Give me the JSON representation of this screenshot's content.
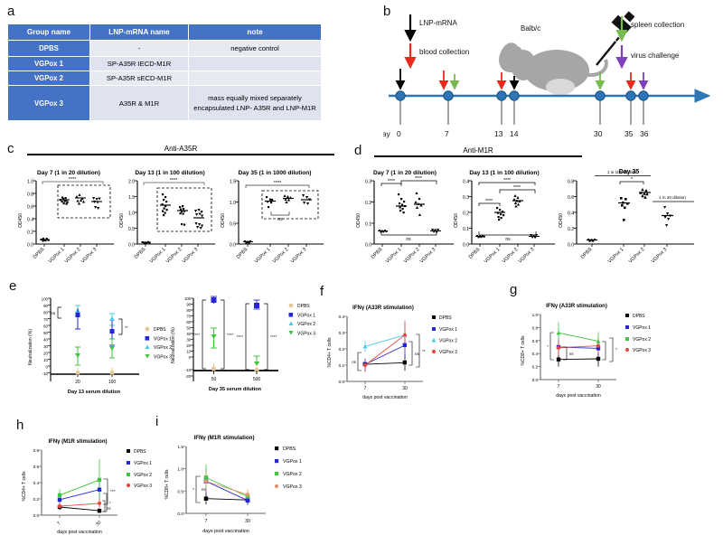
{
  "figure": {
    "panels": [
      "a",
      "b",
      "c",
      "d",
      "e",
      "f",
      "g",
      "h",
      "i"
    ]
  },
  "panel_a": {
    "letter": "a",
    "columns": [
      "Group name",
      "LNP-mRNA name",
      "note"
    ],
    "rows": [
      {
        "group": "DPBS",
        "mrna": "-",
        "note": "negative control"
      },
      {
        "group": "VGPox 1",
        "mrna": "SP-A35R IECD-M1R",
        "note": ""
      },
      {
        "group": "VGPox 2",
        "mrna": "SP-A35R sECD-M1R",
        "note": ""
      },
      {
        "group": "VGPox 3",
        "mrna": "A35R & M1R",
        "note": "mass equally mixed separately\nencapsulated LNP- A35R and LNP-M1R",
        "note_line1": "mass equally mixed separately",
        "note_line2": "encapsulated LNP- A35R and LNP-M1R"
      }
    ]
  },
  "panel_b": {
    "letter": "b",
    "axis_label": "day",
    "days": [
      "0",
      "7",
      "13",
      "14",
      "30",
      "35",
      "36"
    ],
    "annotations": [
      {
        "label": "LNP-mRNA",
        "color": "#000000"
      },
      {
        "label": "blood collection",
        "color": "#e8291c"
      },
      {
        "label": "spleen collection",
        "color": "#76bb4b"
      },
      {
        "label": "virus challenge",
        "color": "#7e3fbf"
      }
    ],
    "mouse_label": "Balb/c",
    "colors": {
      "timeline": "#2e75b6",
      "node": "#2e75b6",
      "black": "#000000",
      "red": "#e8291c",
      "green": "#76bb4b",
      "purple": "#7e3fbf",
      "mouse": "#a6a6a6"
    }
  },
  "panel_c": {
    "letter": "c",
    "group_title": "Anti-A35R",
    "charts": [
      {
        "title": "Day 7 (1 in 20 dilution)",
        "ylabel": "OD450",
        "yticks": [
          "0.0",
          "0.2",
          "0.4",
          "0.6",
          "0.8",
          "1.0"
        ],
        "ylim": [
          0.0,
          1.0
        ],
        "categories": [
          "DPBS",
          "VGPox 1",
          "VGPox 2",
          "VGPox 3"
        ],
        "sig_top": "****",
        "sig_inner": "",
        "means": [
          0.07,
          0.68,
          0.72,
          0.66
        ]
      },
      {
        "title": "Day 13 (1 in 100 dilution)",
        "ylabel": "OD450",
        "yticks": [
          "0.0",
          "0.5",
          "1.0",
          "1.5",
          "2.0"
        ],
        "ylim": [
          0.0,
          2.0
        ],
        "categories": [
          "DPBS",
          "VGPox 1",
          "VGPox 2",
          "VGPox 3"
        ],
        "sig_top": "****",
        "sig_inner": "",
        "means": [
          0.05,
          1.1,
          0.93,
          0.72
        ]
      },
      {
        "title": "Day 35 (1 in 1000 dilution)",
        "ylabel": "OD450",
        "yticks": [
          "0.0",
          "0.5",
          "1.0",
          "1.5"
        ],
        "ylim": [
          0.0,
          1.5
        ],
        "categories": [
          "DPBS",
          "VGPox 1",
          "VGPox 2",
          "VGPox 3"
        ],
        "sig_top": "****",
        "sig_inner": "ns",
        "means": [
          0.06,
          0.8,
          0.85,
          0.83
        ]
      }
    ]
  },
  "panel_d": {
    "letter": "d",
    "group_title": "Anti-M1R",
    "charts": [
      {
        "title": "Day 7 (1 in 20 dilution)",
        "ylabel": "OD450",
        "yticks": [
          "0.0",
          "0.1",
          "0.2",
          "0.3"
        ],
        "ylim": [
          0.0,
          0.3
        ],
        "categories": [
          "DPBS",
          "VGPox 1",
          "VGPox 2",
          "VGPox 3"
        ],
        "sig_a": "****",
        "sig_b": "****",
        "sig_ns": "ns",
        "means": [
          0.055,
          0.17,
          0.175,
          0.057
        ]
      },
      {
        "title": "Day 13 (1 in 100 dilution)",
        "ylabel": "OD450",
        "yticks": [
          "0.0",
          "0.1",
          "0.2",
          "0.3",
          "0.4"
        ],
        "ylim": [
          0.0,
          0.4
        ],
        "categories": [
          "DPBS",
          "VGPox 1",
          "VGPox 2",
          "VGPox 3"
        ],
        "sig_a": "****",
        "sig_b": "****",
        "sig_c": "****",
        "sig_ns": "ns",
        "means": [
          0.055,
          0.2,
          0.265,
          0.057
        ]
      },
      {
        "title": "Day 35",
        "ylabel": "OD450",
        "yticks": [
          "0.0",
          "0.2",
          "0.4",
          "0.6",
          "0.8"
        ],
        "ylim": [
          0.0,
          0.8
        ],
        "categories": [
          "DPBS",
          "VGPox 1",
          "VGPox 2",
          "VGPox 3"
        ],
        "sub_label_1": "1 in 100 dilution",
        "sub_label_2": "1 in 20 dilution",
        "sig_a": "*",
        "means": [
          0.11,
          0.59,
          0.71,
          0.37
        ]
      }
    ]
  },
  "panel_e": {
    "letter": "e",
    "charts": [
      {
        "ylabel": "Neutralization (%)",
        "xlabel": "Day 13 serum dilution",
        "yticks": [
          "-10",
          "0",
          "10",
          "20",
          "30",
          "40",
          "50",
          "60",
          "70",
          "80",
          "90",
          "100"
        ],
        "ylim": [
          -10,
          100
        ],
        "xticks": [
          "20",
          "100"
        ],
        "legend": [
          "DPBS",
          "VGPox 1",
          "VGPox 2",
          "VGPox 3"
        ],
        "sig_left": "ns",
        "sig_right": "**",
        "series": [
          {
            "name": "DPBS",
            "color": "#e8c89a",
            "values": [
              0,
              0
            ],
            "err": [
              5,
              6
            ]
          },
          {
            "name": "VGPox 1",
            "color": "#2626d6",
            "values": [
              77,
              56
            ],
            "err": [
              14,
              14
            ]
          },
          {
            "name": "VGPox 2",
            "color": "#49c8ec",
            "values": [
              88,
              72
            ],
            "err": [
              9,
              8
            ]
          },
          {
            "name": "VGPox 3",
            "color": "#3ec43e",
            "values": [
              11,
              20
            ],
            "err": [
              12,
              13
            ]
          }
        ]
      },
      {
        "ylabel": "Neutralization (%)",
        "xlabel": "Day 35 serum dilution",
        "yticks": [
          "-20",
          "-10",
          "0",
          "10",
          "20",
          "30",
          "40",
          "50",
          "60",
          "70",
          "80",
          "90",
          "100"
        ],
        "ylim": [
          -20,
          100
        ],
        "xticks": [
          "50",
          "500"
        ],
        "legend": [
          "DPBS",
          "VGPox 1",
          "VGPox 2",
          "VGPox 3"
        ],
        "sig_outer": "****",
        "series": [
          {
            "name": "DPBS",
            "color": "#e8c89a",
            "values": [
              3,
              1
            ],
            "err": [
              7,
              6
            ]
          },
          {
            "name": "VGPox 1",
            "color": "#2626d6",
            "values": [
              98,
              87
            ],
            "err": [
              3,
              7
            ]
          },
          {
            "name": "VGPox 2",
            "color": "#49c8ec",
            "values": [
              98,
              87
            ],
            "err": [
              3,
              7
            ]
          },
          {
            "name": "VGPox 3",
            "color": "#3ec43e",
            "values": [
              31,
              7
            ],
            "err": [
              14,
              9
            ]
          }
        ]
      }
    ]
  },
  "panel_f": {
    "letter": "f",
    "title": "IFNγ (A33R stimulation)",
    "ylabel": "%CD4+ T cells",
    "xlabel": "days post vaccination",
    "yticks": [
      "0.0",
      "0.1",
      "0.2",
      "0.3",
      "0.4"
    ],
    "ylim": [
      0.0,
      0.4
    ],
    "xticks": [
      "7",
      "30"
    ],
    "legend": [
      "DPBS",
      "VGPox 1",
      "VGPox 2",
      "VGPox 3"
    ],
    "sig_left": "ns",
    "sig_ns": "ns",
    "sig_right": "**",
    "series": [
      {
        "name": "DPBS",
        "color": "#000000",
        "values": [
          0.105,
          0.115
        ],
        "err": [
          0.028,
          0.05
        ]
      },
      {
        "name": "VGPox 1",
        "color": "#2626d6",
        "values": [
          0.105,
          0.222
        ],
        "err": [
          0.03,
          0.075
        ]
      },
      {
        "name": "VGPox 2",
        "color": "#49c8ec",
        "values": [
          0.215,
          0.285
        ],
        "err": [
          0.045,
          0.085
        ]
      },
      {
        "name": "VGPox 3",
        "color": "#e8483f",
        "values": [
          0.1,
          0.285
        ],
        "err": [
          0.032,
          0.085
        ]
      }
    ]
  },
  "panel_g": {
    "letter": "g",
    "title": "IFNγ (A33R stimulation)",
    "ylabel": "%CD8+ T cells",
    "xlabel": "days post vaccination",
    "yticks": [
      "0.0",
      "0.2",
      "0.4",
      "0.6",
      "0.8",
      "1.0"
    ],
    "ylim": [
      0.0,
      1.0
    ],
    "xticks": [
      "7",
      "30"
    ],
    "legend": [
      "DPBS",
      "VGPox 1",
      "VGPox 2",
      "VGPox 3"
    ],
    "sig_left": "*",
    "sig_inner": "ns",
    "sig_right": "*",
    "series": [
      {
        "name": "DPBS",
        "color": "#000000",
        "values": [
          0.31,
          0.32
        ],
        "err": [
          0.11,
          0.12
        ]
      },
      {
        "name": "VGPox 1",
        "color": "#2626d6",
        "values": [
          0.5,
          0.48
        ],
        "err": [
          0.14,
          0.13
        ]
      },
      {
        "name": "VGPox 2",
        "color": "#3ec43e",
        "values": [
          0.72,
          0.59
        ],
        "err": [
          0.16,
          0.14
        ]
      },
      {
        "name": "VGPox 3",
        "color": "#e8483f",
        "values": [
          0.49,
          0.52
        ],
        "err": [
          0.12,
          0.12
        ]
      }
    ]
  },
  "panel_h": {
    "letter": "h",
    "title": "IFNγ (M1R stimulation)",
    "ylabel": "%CD4+ T cells",
    "xlabel": "days post vaccination",
    "yticks": [
      "0.0",
      "0.2",
      "0.4",
      "0.6",
      "0.8"
    ],
    "ylim": [
      0.0,
      0.8
    ],
    "xticks": [
      "7",
      "30"
    ],
    "legend": [
      "DPBS",
      "VGPox 1",
      "VGPox 2",
      "VGPox 3"
    ],
    "sig_top": "***",
    "sig_mid": "*",
    "sig_ns": "ns",
    "series": [
      {
        "name": "DPBS",
        "color": "#000000",
        "values": [
          0.1,
          0.055
        ],
        "err": [
          0.035,
          0.03
        ]
      },
      {
        "name": "VGPox 1",
        "color": "#2626d6",
        "values": [
          0.19,
          0.315
        ],
        "err": [
          0.055,
          0.1
        ]
      },
      {
        "name": "VGPox 2",
        "color": "#3ec43e",
        "values": [
          0.245,
          0.435
        ],
        "err": [
          0.075,
          0.255
        ]
      },
      {
        "name": "VGPox 3",
        "color": "#e8483f",
        "values": [
          0.11,
          0.145
        ],
        "err": [
          0.04,
          0.055
        ]
      }
    ]
  },
  "panel_i": {
    "letter": "i",
    "title": "IFNγ (M1R stimulation)",
    "ylabel": "%CD8+ T cells",
    "xlabel": "days post vaccination",
    "yticks": [
      "0.0",
      "0.5",
      "1.0",
      "1.5"
    ],
    "ylim": [
      0.0,
      1.5
    ],
    "xticks": [
      "7",
      "30"
    ],
    "legend": [
      "DPBS",
      "VGPox 1",
      "VGPox 2",
      "VGPox 3"
    ],
    "sig_left": "*",
    "sig_ns": "ns",
    "series": [
      {
        "name": "DPBS",
        "color": "#000000",
        "values": [
          0.33,
          0.3
        ],
        "err": [
          0.13,
          0.1
        ]
      },
      {
        "name": "VGPox 1",
        "color": "#2626d6",
        "values": [
          0.72,
          0.29
        ],
        "err": [
          0.28,
          0.1
        ]
      },
      {
        "name": "VGPox 2",
        "color": "#3ec43e",
        "values": [
          0.8,
          0.38
        ],
        "err": [
          0.3,
          0.12
        ]
      },
      {
        "name": "VGPox 3",
        "color": "#e8956b",
        "values": [
          0.72,
          0.42
        ],
        "err": [
          0.22,
          0.12
        ]
      }
    ]
  },
  "chart_data": [
    {
      "type": "scatter",
      "panel": "c1",
      "title": "Day 7 (1 in 20 dilution)",
      "ylabel": "OD450",
      "categories": [
        "DPBS",
        "VGPox 1",
        "VGPox 2",
        "VGPox 3"
      ],
      "values": [
        0.07,
        0.68,
        0.72,
        0.66
      ],
      "ylim": [
        0.0,
        1.0
      ]
    },
    {
      "type": "scatter",
      "panel": "c2",
      "title": "Day 13 (1 in 100 dilution)",
      "ylabel": "OD450",
      "categories": [
        "DPBS",
        "VGPox 1",
        "VGPox 2",
        "VGPox 3"
      ],
      "values": [
        0.05,
        1.1,
        0.93,
        0.72
      ],
      "ylim": [
        0.0,
        2.0
      ]
    },
    {
      "type": "scatter",
      "panel": "c3",
      "title": "Day 35 (1 in 1000 dilution)",
      "ylabel": "OD450",
      "categories": [
        "DPBS",
        "VGPox 1",
        "VGPox 2",
        "VGPox 3"
      ],
      "values": [
        0.06,
        0.8,
        0.85,
        0.83
      ],
      "ylim": [
        0.0,
        1.5
      ]
    },
    {
      "type": "scatter",
      "panel": "d1",
      "title": "Day 7 (1 in 20 dilution)",
      "ylabel": "OD450",
      "categories": [
        "DPBS",
        "VGPox 1",
        "VGPox 2",
        "VGPox 3"
      ],
      "values": [
        0.055,
        0.17,
        0.175,
        0.057
      ],
      "ylim": [
        0.0,
        0.3
      ]
    },
    {
      "type": "scatter",
      "panel": "d2",
      "title": "Day 13 (1 in 100 dilution)",
      "ylabel": "OD450",
      "categories": [
        "DPBS",
        "VGPox 1",
        "VGPox 2",
        "VGPox 3"
      ],
      "values": [
        0.055,
        0.2,
        0.265,
        0.057
      ],
      "ylim": [
        0.0,
        0.4
      ]
    },
    {
      "type": "scatter",
      "panel": "d3",
      "title": "Day 35",
      "ylabel": "OD450",
      "categories": [
        "DPBS",
        "VGPox 1",
        "VGPox 2",
        "VGPox 3"
      ],
      "values": [
        0.11,
        0.59,
        0.71,
        0.37
      ],
      "ylim": [
        0.0,
        0.8
      ]
    },
    {
      "type": "line",
      "panel": "e1",
      "xlabel": "Day 13 serum dilution",
      "ylabel": "Neutralization (%)",
      "x": [
        "20",
        "100"
      ],
      "series": [
        {
          "name": "DPBS",
          "values": [
            0,
            0
          ]
        },
        {
          "name": "VGPox 1",
          "values": [
            77,
            56
          ]
        },
        {
          "name": "VGPox 2",
          "values": [
            88,
            72
          ]
        },
        {
          "name": "VGPox 3",
          "values": [
            11,
            20
          ]
        }
      ],
      "ylim": [
        -10,
        100
      ]
    },
    {
      "type": "line",
      "panel": "e2",
      "xlabel": "Day 35 serum dilution",
      "ylabel": "Neutralization (%)",
      "x": [
        "50",
        "500"
      ],
      "series": [
        {
          "name": "DPBS",
          "values": [
            3,
            1
          ]
        },
        {
          "name": "VGPox 1",
          "values": [
            98,
            87
          ]
        },
        {
          "name": "VGPox 2",
          "values": [
            98,
            87
          ]
        },
        {
          "name": "VGPox 3",
          "values": [
            31,
            7
          ]
        }
      ],
      "ylim": [
        -20,
        100
      ]
    },
    {
      "type": "line",
      "panel": "f",
      "title": "IFNγ (A33R stimulation)",
      "xlabel": "days post vaccination",
      "ylabel": "%CD4+ T cells",
      "x": [
        "7",
        "30"
      ],
      "series": [
        {
          "name": "DPBS",
          "values": [
            0.105,
            0.115
          ]
        },
        {
          "name": "VGPox 1",
          "values": [
            0.105,
            0.222
          ]
        },
        {
          "name": "VGPox 2",
          "values": [
            0.215,
            0.285
          ]
        },
        {
          "name": "VGPox 3",
          "values": [
            0.1,
            0.285
          ]
        }
      ],
      "ylim": [
        0.0,
        0.4
      ]
    },
    {
      "type": "line",
      "panel": "g",
      "title": "IFNγ (A33R stimulation)",
      "xlabel": "days post vaccination",
      "ylabel": "%CD8+ T cells",
      "x": [
        "7",
        "30"
      ],
      "series": [
        {
          "name": "DPBS",
          "values": [
            0.31,
            0.32
          ]
        },
        {
          "name": "VGPox 1",
          "values": [
            0.5,
            0.48
          ]
        },
        {
          "name": "VGPox 2",
          "values": [
            0.72,
            0.59
          ]
        },
        {
          "name": "VGPox 3",
          "values": [
            0.49,
            0.52
          ]
        }
      ],
      "ylim": [
        0.0,
        1.0
      ]
    },
    {
      "type": "line",
      "panel": "h",
      "title": "IFNγ (M1R stimulation)",
      "xlabel": "days post vaccination",
      "ylabel": "%CD4+ T cells",
      "x": [
        "7",
        "30"
      ],
      "series": [
        {
          "name": "DPBS",
          "values": [
            0.1,
            0.055
          ]
        },
        {
          "name": "VGPox 1",
          "values": [
            0.19,
            0.315
          ]
        },
        {
          "name": "VGPox 2",
          "values": [
            0.245,
            0.435
          ]
        },
        {
          "name": "VGPox 3",
          "values": [
            0.11,
            0.145
          ]
        }
      ],
      "ylim": [
        0.0,
        0.8
      ]
    },
    {
      "type": "line",
      "panel": "i",
      "title": "IFNγ (M1R stimulation)",
      "xlabel": "days post vaccination",
      "ylabel": "%CD8+ T cells",
      "x": [
        "7",
        "30"
      ],
      "series": [
        {
          "name": "DPBS",
          "values": [
            0.33,
            0.3
          ]
        },
        {
          "name": "VGPox 1",
          "values": [
            0.72,
            0.29
          ]
        },
        {
          "name": "VGPox 2",
          "values": [
            0.8,
            0.38
          ]
        },
        {
          "name": "VGPox 3",
          "values": [
            0.72,
            0.42
          ]
        }
      ],
      "ylim": [
        0.0,
        1.5
      ]
    }
  ]
}
